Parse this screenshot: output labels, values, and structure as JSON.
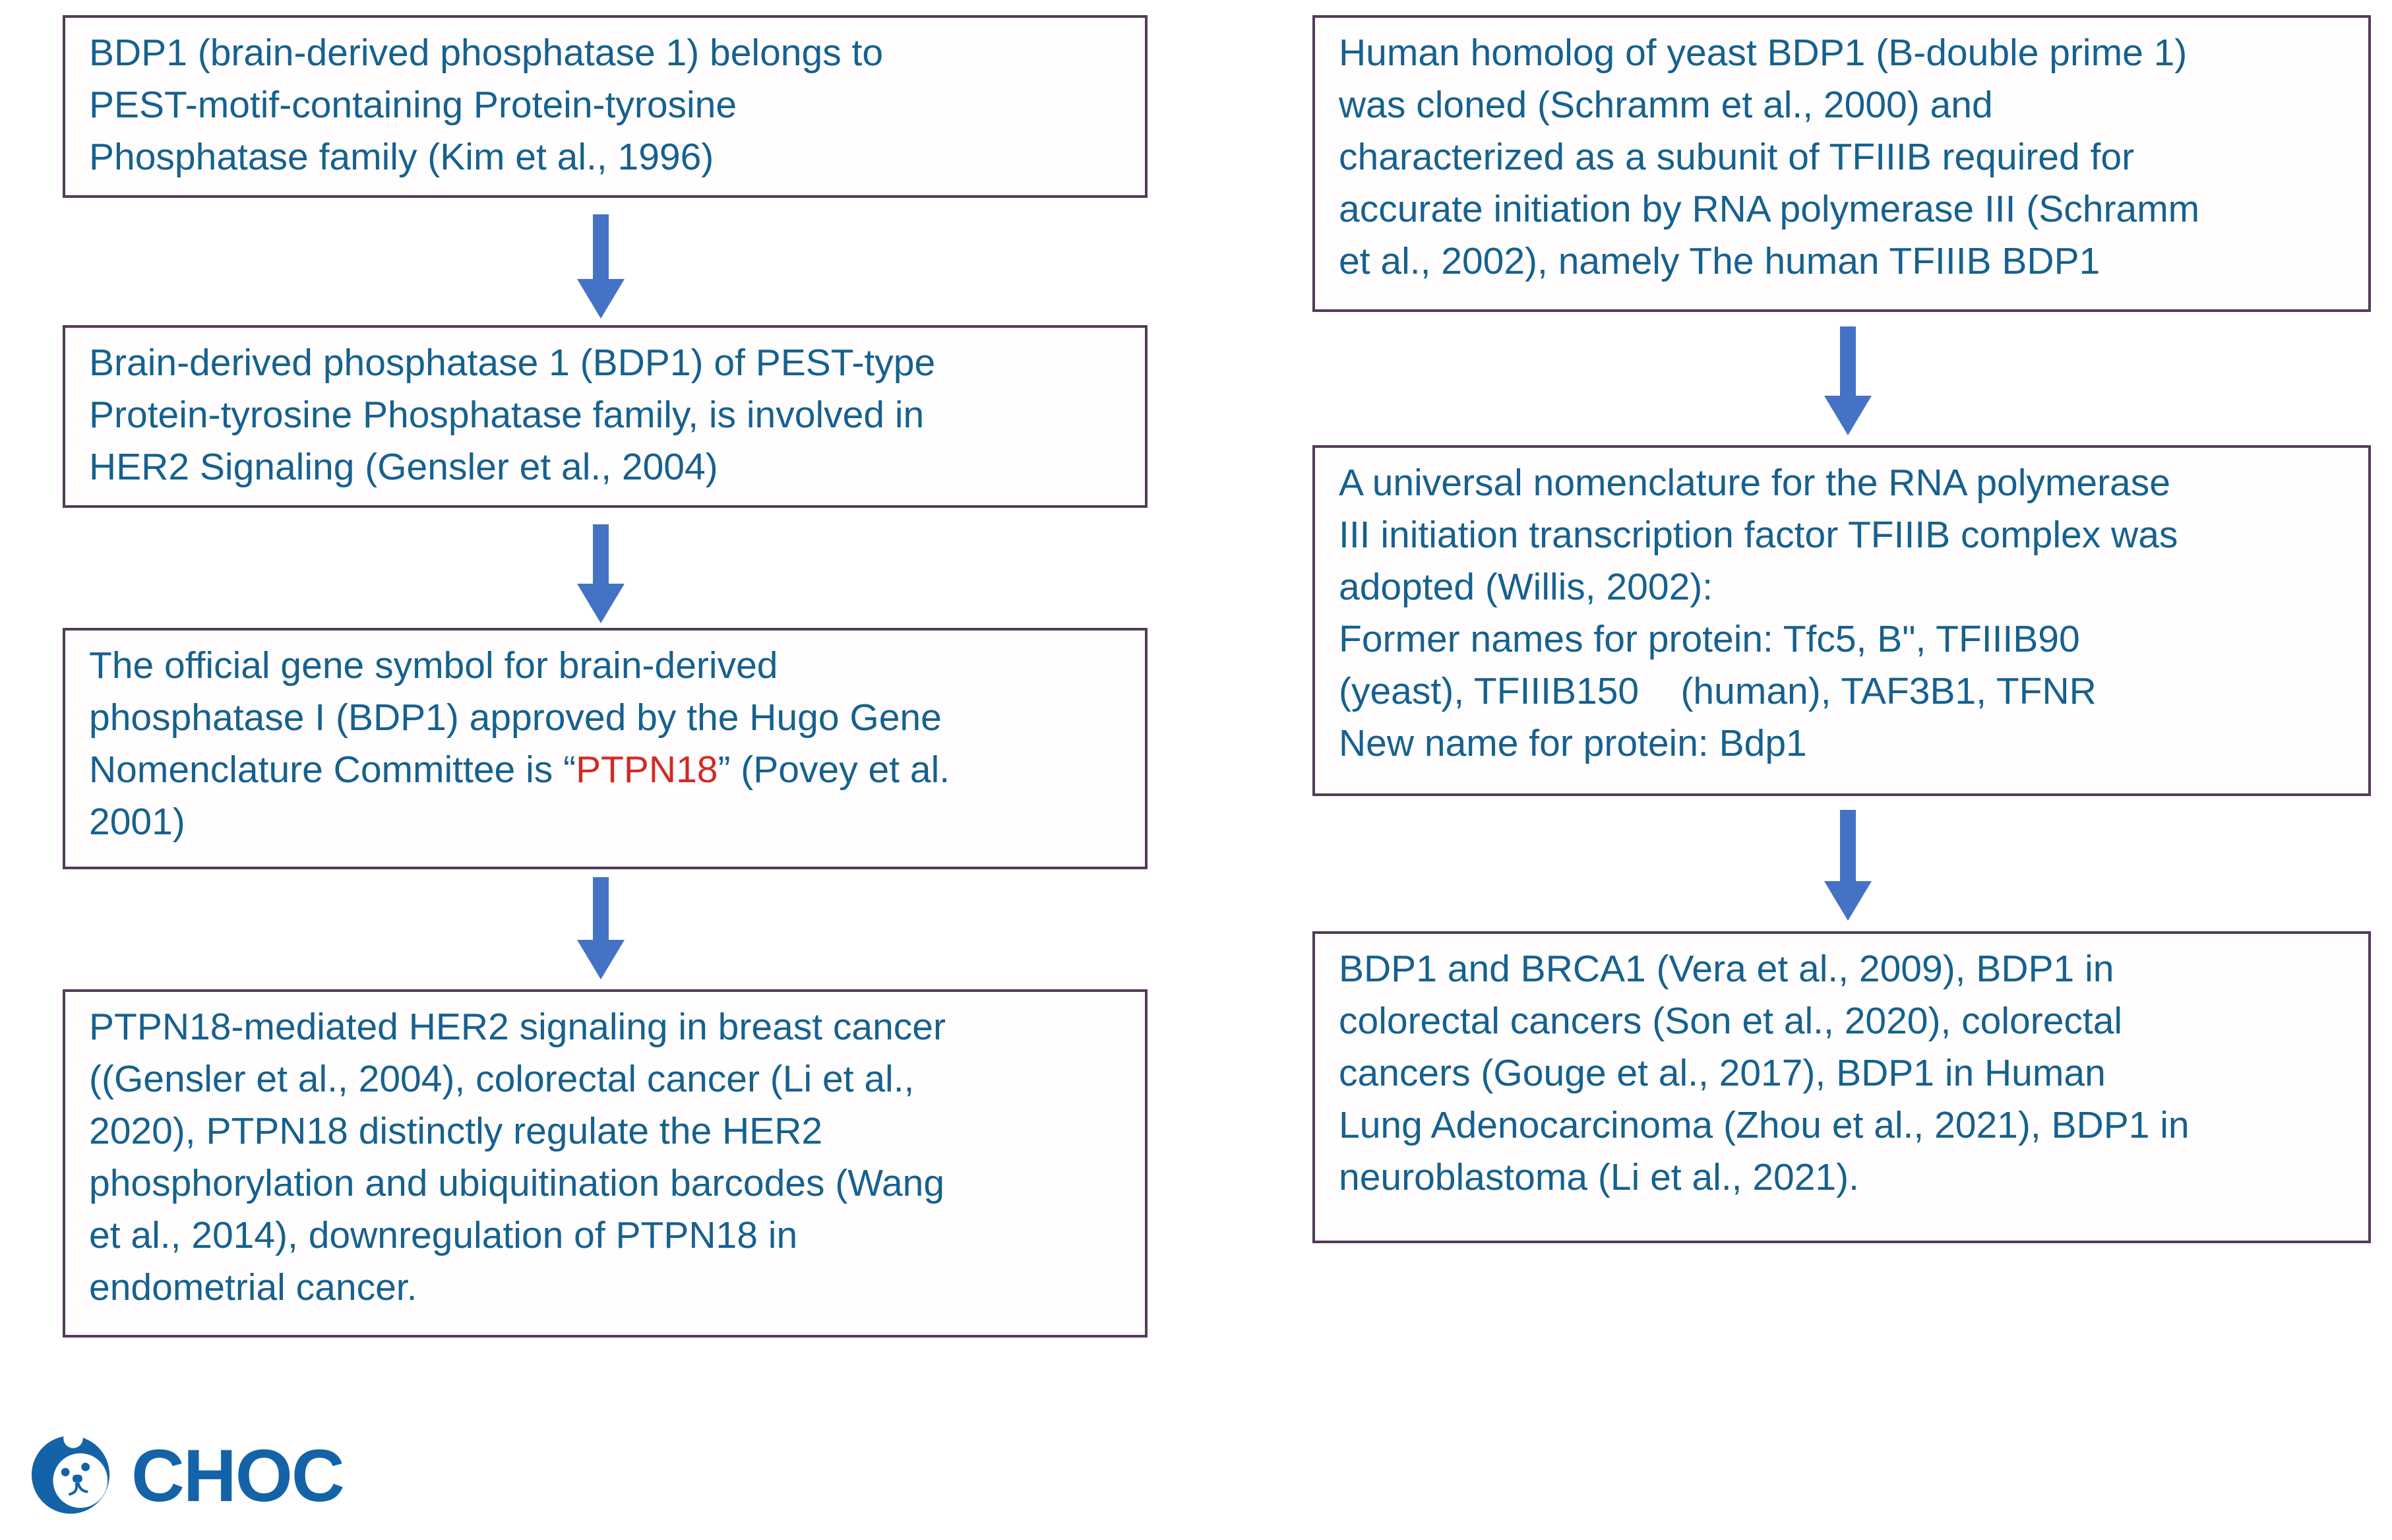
{
  "colors": {
    "text_blue": "#16618F",
    "highlight_red": "#D32A24",
    "box_border": "#533B59",
    "arrow_blue": "#4472C4",
    "logo_blue": "#1463A8"
  },
  "flowchart": {
    "columns": [
      {
        "name": "left",
        "boxes": [
          {
            "lines": [
              "BDP1 (brain-derived phosphatase 1) belongs to",
              "PEST-motif-containing Protein-tyrosine",
              "Phosphatase family (Kim et al., 1996)"
            ]
          },
          {
            "lines": [
              "Brain-derived phosphatase 1 (BDP1) of PEST-type",
              "Protein-tyrosine Phosphatase family, is involved in",
              "HER2 Signaling (Gensler et al., 2004)"
            ]
          },
          {
            "lines": [
              "The official gene symbol for brain-derived",
              "phosphatase I (BDP1) approved by the Hugo Gene",
              [
                {
                  "t": "Nomenclature Committee is “"
                },
                {
                  "t": "PTPN18",
                  "c": "red"
                },
                {
                  "t": "” (Povey et al."
                }
              ],
              "2001)"
            ]
          },
          {
            "lines": [
              "PTPN18-mediated HER2 signaling in breast cancer",
              "((Gensler et al., 2004), colorectal cancer (Li et al.,",
              "2020), PTPN18 distinctly regulate the HER2",
              "phosphorylation and ubiquitination barcodes (Wang",
              "et al., 2014), downregulation of PTPN18 in",
              "endometrial cancer."
            ]
          }
        ]
      },
      {
        "name": "right",
        "boxes": [
          {
            "lines": [
              "Human homolog of yeast BDP1 (B-double prime 1)",
              "was cloned (Schramm et al., 2000) and",
              "characterized as a subunit of TFIIIB required for",
              "accurate initiation by RNA polymerase III (Schramm",
              "et al., 2002), namely The human TFIIIB BDP1"
            ]
          },
          {
            "lines": [
              "A universal nomenclature for the RNA polymerase",
              "III initiation transcription factor TFIIIB complex was",
              "adopted (Willis, 2002):",
              "Former names for protein: Tfc5, B\", TFIIIB90",
              "(yeast), TFIIIB150    (human), TAF3B1, TFNR",
              "New name for protein: Bdp1"
            ]
          },
          {
            "lines": [
              "BDP1 and BRCA1 (Vera et al., 2009), BDP1 in",
              "colorectal cancers (Son et al., 2020), colorectal",
              "cancers (Gouge et al., 2017), BDP1 in Human",
              "Lung Adenocarcinoma (Zhou et al., 2021), BDP1 in",
              "neuroblastoma (Li et al., 2021)."
            ]
          }
        ]
      }
    ]
  },
  "logo": {
    "text": "CHOC",
    "icon": "bear-in-crescent-moon-icon"
  }
}
